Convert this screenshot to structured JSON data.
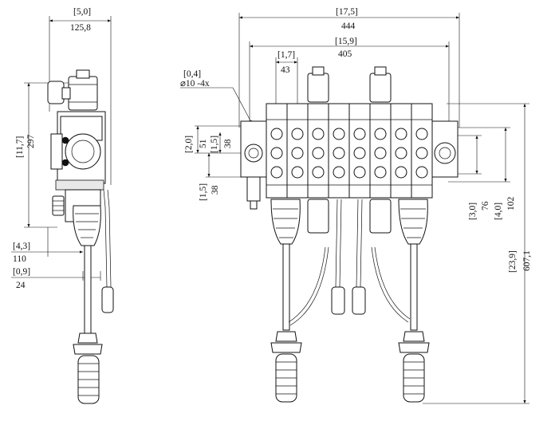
{
  "dimensions": {
    "side_width": {
      "inch": "[5,0]",
      "mm": "125,8"
    },
    "side_height": {
      "inch": "[11,7]",
      "mm": "297"
    },
    "side_depth": {
      "inch": "[4,3]",
      "mm": "110"
    },
    "side_offset": {
      "inch": "[0,9]",
      "mm": "24"
    },
    "overall_width": {
      "inch": "[17,5]",
      "mm": "444"
    },
    "mount_width": {
      "inch": "[15,9]",
      "mm": "405"
    },
    "section_pitch": {
      "inch": "[1,7]",
      "mm": "43"
    },
    "mount_hole": {
      "inch": "[0,4]",
      "mm": "⌀10 -4x"
    },
    "port_spacing_1": {
      "inch": "[2,0]",
      "mm": "51"
    },
    "port_spacing_2": {
      "inch": "[1,5]",
      "mm": "38"
    },
    "port_spacing_3": {
      "inch": "[1,5]",
      "mm": "38"
    },
    "port_height_1": {
      "inch": "[3,0]",
      "mm": "76"
    },
    "port_height_2": {
      "inch": "[4,0]",
      "mm": "102"
    },
    "overall_height": {
      "inch": "[23,9]",
      "mm": "607,1"
    }
  },
  "colors": {
    "line": "#111111",
    "background": "#ffffff"
  }
}
